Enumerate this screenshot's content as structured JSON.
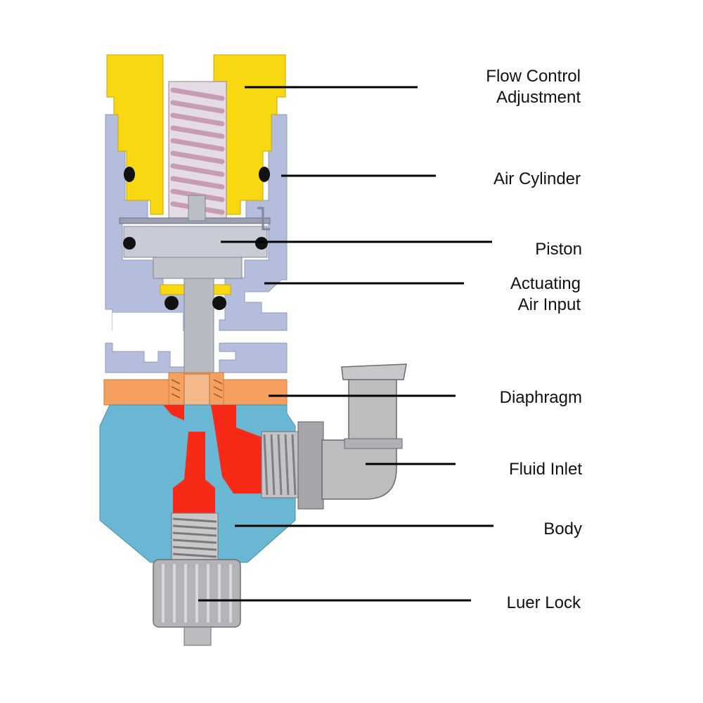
{
  "colors": {
    "flow_control": "#f8d713",
    "air_cylinder": "#b4bedc",
    "diaphragm": "#f6a060",
    "body": "#6ab7d4",
    "fluid": "#f62a16",
    "metal": "#a8a8aa",
    "spring": "#c79cb4",
    "oring": "#111111",
    "leader": "#000000"
  },
  "labels": {
    "flow_control_1": "Flow Control",
    "flow_control_2": "Adjustment",
    "air_cylinder": "Air Cylinder",
    "piston": "Piston",
    "actuating_1": "Actuating",
    "actuating_2": "Air Input",
    "diaphragm": "Diaphragm",
    "fluid_inlet": "Fluid Inlet",
    "body": "Body",
    "luer_lock": "Luer Lock"
  }
}
